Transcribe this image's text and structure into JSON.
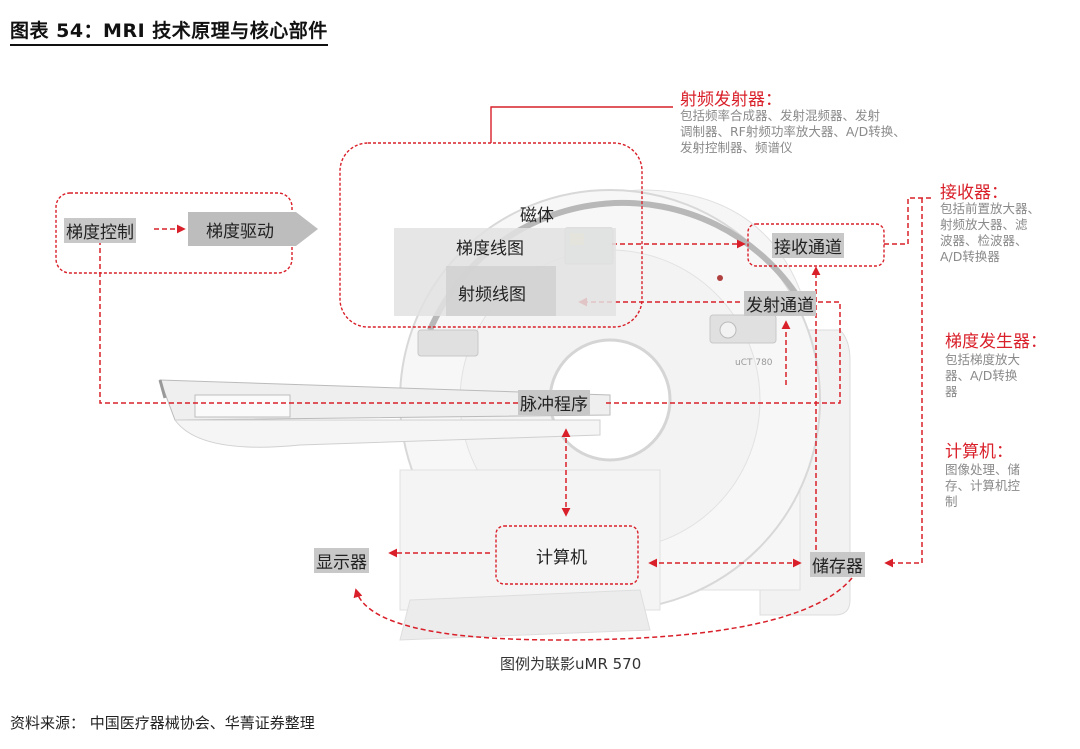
{
  "title": "图表 54：MRI 技术原理与核心部件",
  "caption": "图例为联影uMR 570",
  "source": "资料来源： 中国医疗器械协会、华菁证券整理",
  "machine_badge": "uCT 780",
  "colors": {
    "accent_red": "#d9202a",
    "dash_red": "#d9202a",
    "label_bg": "#c8c8c8",
    "desc_grey": "#8a8a8a"
  },
  "nodes": {
    "gradient_control": "梯度控制",
    "gradient_drive": "梯度驱动",
    "magnet": "磁体",
    "gradient_coil": "梯度线图",
    "rf_coil": "射频线图",
    "receive_channel": "接收通道",
    "transmit_channel": "发射通道",
    "pulse_sequence": "脉冲程序",
    "computer": "计算机",
    "display": "显示器",
    "storage": "储存器"
  },
  "annotations": [
    {
      "heading": "射频发射器：",
      "lines": [
        "包括频率合成器、发射混频器、发射",
        "调制器、RF射频功率放大器、A/D转换、",
        "发射控制器、频谱仪"
      ]
    },
    {
      "heading": "接收器：",
      "lines": [
        "包括前置放大器、",
        "射频放大器、滤",
        "波器、检波器、",
        "A/D转换器"
      ]
    },
    {
      "heading": "梯度发生器：",
      "lines": [
        "包括梯度放大",
        "器、A/D转换",
        "器"
      ]
    },
    {
      "heading": "计算机：",
      "lines": [
        "图像处理、储",
        "存、计算机控",
        "制"
      ]
    }
  ]
}
